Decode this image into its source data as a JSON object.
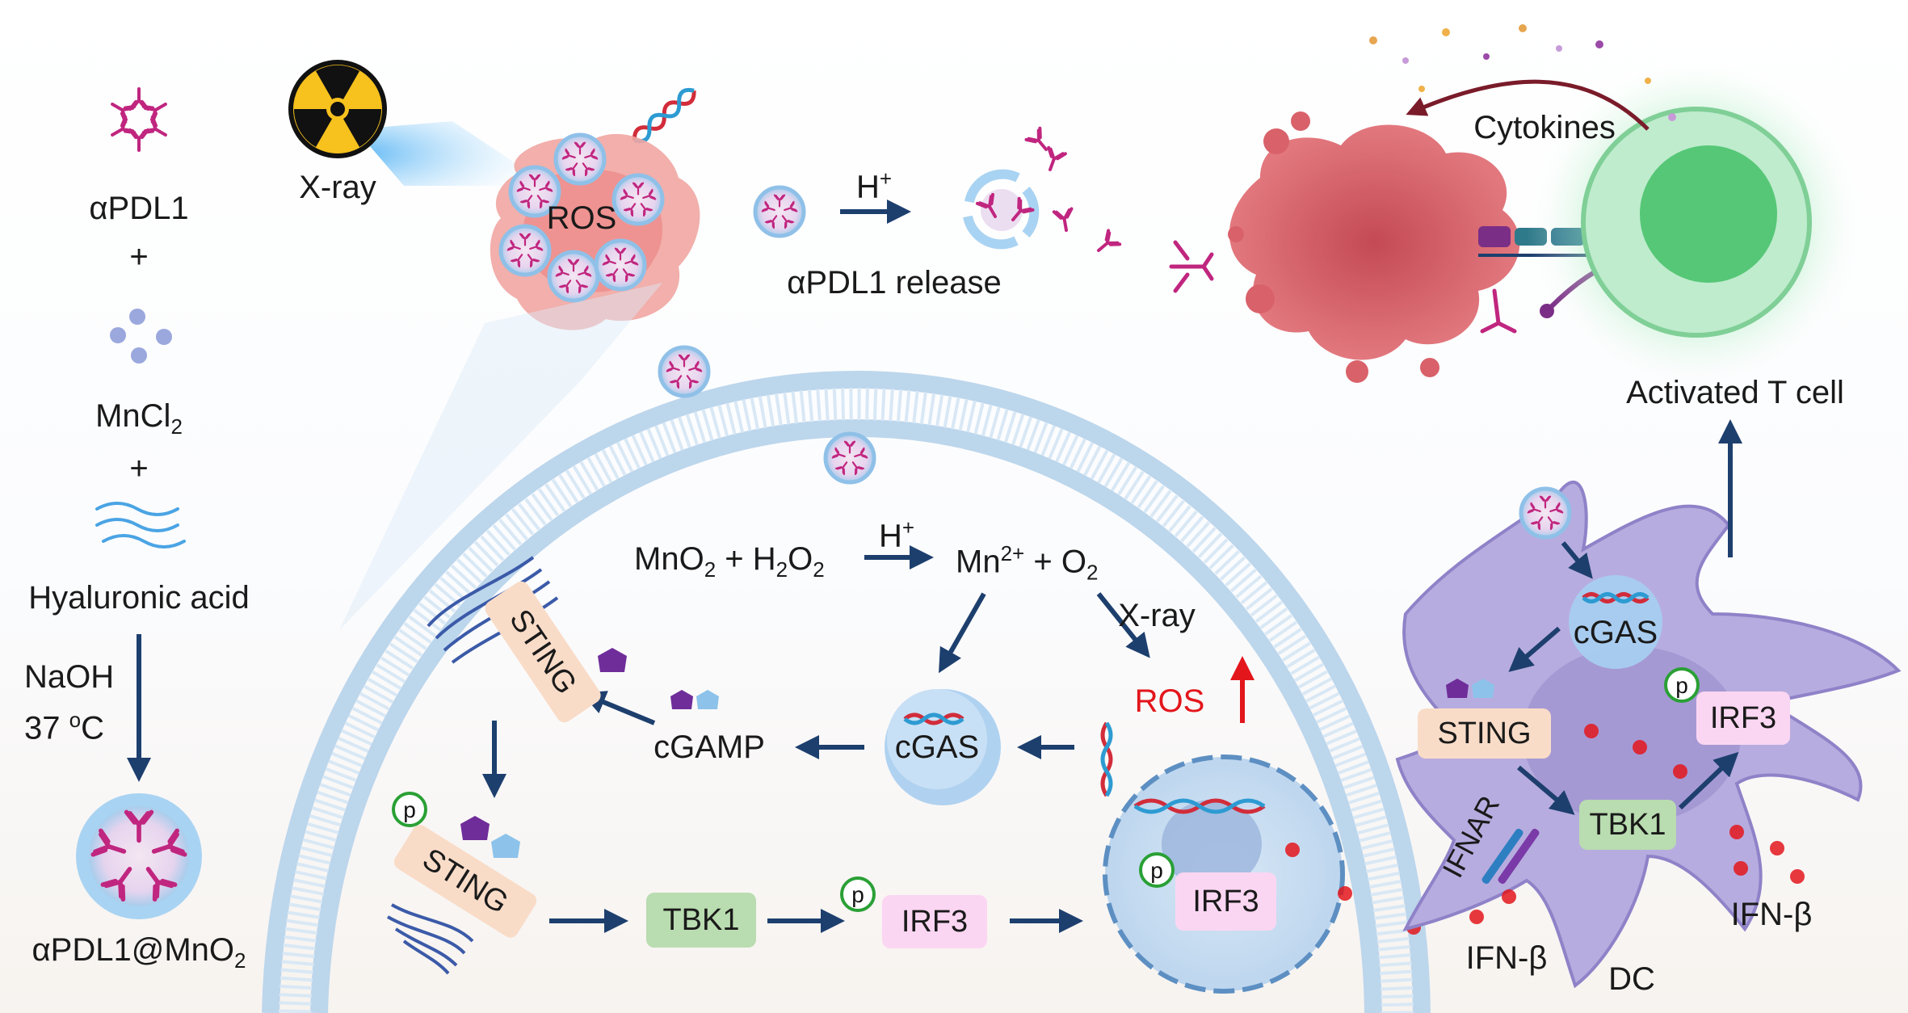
{
  "left_column": {
    "antibody_label": "αPDL1",
    "plus1": "+",
    "mncl_label": "MnCl",
    "mncl_sub": "2",
    "plus2": "+",
    "ha_label": "Hyaluronic acid",
    "condition_line1": "NaOH",
    "condition_line2_prefix": "37 ",
    "condition_line2_sup": "o",
    "condition_line2_suffix": "C",
    "product_label": "αPDL1@MnO",
    "product_sub": "2"
  },
  "top": {
    "xray_label": "X-ray",
    "ros_label": "ROS",
    "proton_label": "H",
    "proton_sup": "+",
    "release_label": "αPDL1 release",
    "cytokines_label": "Cytokines",
    "tcell_label": "Activated T cell"
  },
  "cell": {
    "reaction_left": "MnO",
    "reaction_left_sub": "2",
    "reaction_plus1": " + H",
    "reaction_h2o2_sub": "2",
    "reaction_o": "O",
    "reaction_h2o2_sub2": "2",
    "reaction_catalyst": "H",
    "reaction_catalyst_sup": "+",
    "reaction_right_mn": "Mn",
    "reaction_right_sup": "2+",
    "reaction_right_o2": " + O",
    "reaction_right_o2_sub": "2",
    "xray_label": "X-ray",
    "ros_label": "ROS",
    "cgas_label": "cGAS",
    "cgamp_label": "cGAMP",
    "sting_label": "STING",
    "sting_p_label": "STING",
    "tbk1_label": "TBK1",
    "irf3_label": "IRF3",
    "irf3_nucleus_label": "IRF3",
    "p_label": "p"
  },
  "dc": {
    "cgas_label": "cGAS",
    "sting_label": "STING",
    "irf3_label": "IRF3",
    "tbk1_label": "TBK1",
    "ifnar_label": "IFNAR",
    "ifnb_left": "IFN-β",
    "ifnb_right": "IFN-β",
    "dc_label": "DC",
    "p_label": "p"
  },
  "colors": {
    "arrow": "#1d3f6e",
    "red_accent": "#e3161c",
    "antibody": "#c0267f",
    "membrane": "#bcd6ec",
    "tumor": "#d9616a",
    "tcell_glow": "#7ddc9c",
    "dc_body": "#b7acdf"
  }
}
